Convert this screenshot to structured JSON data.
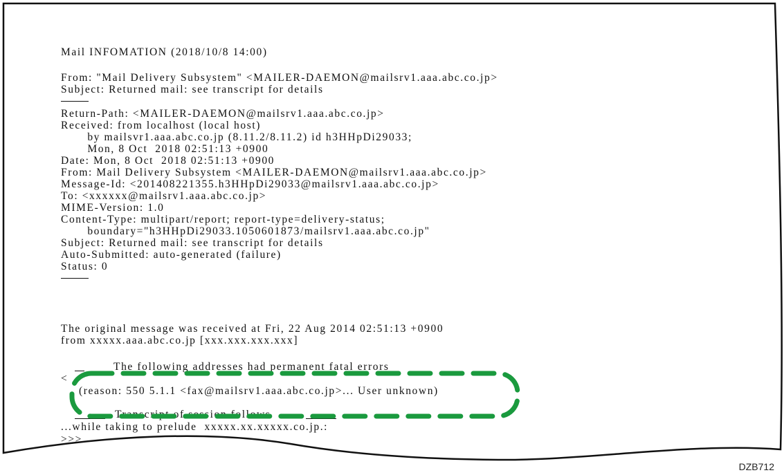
{
  "doc": {
    "title": "Mail INFOMATION (2018/10/8 14:00)",
    "header_lines": [
      "From: \"Mail Delivery Subsystem\" <MAILER-DAEMON@mailsrv1.aaa.abc.co.jp>",
      "Subject: Returned mail: see transcript for details"
    ],
    "body_lines": [
      "Return-Path: <MAILER-DAEMON@mailsrv1.aaa.abc.co.jp>",
      "Received: from localhost (local host)",
      "       by mailsvr1.aaa.abc.co.jp (8.11.2/8.11.2) id h3HHpDi29033;",
      "       Mon, 8 Oct  2018 02:51:13 +0900",
      "Date: Mon, 8 Oct  2018 02:51:13 +0900",
      "From: Mail Delivery Subsystem <MAILER-DAEMON@mailsrv1.aaa.abc.co.jp>",
      "Message-Id: <201408221355.h3HHpDi29033@mailsrv1.aaa.abc.co.jp>",
      "To: <xxxxxx@mailsrv1.aaa.abc.co.jp>",
      "MIME-Version: 1.0",
      "Content-Type: multipart/report; report-type=delivery-status;",
      "       boundary=\"h3HHpDi29033.1050601873/mailsrv1.aaa.abc.co.jp\"",
      "Subject: Returned mail: see transcript for details",
      "Auto-Submitted: auto-generated (failure)",
      "Status: 0"
    ],
    "original_lines": [
      "The original message was received at Fri, 22 Aug 2014 02:51:13 +0900",
      "from xxxxx.aaa.abc.co.jp [xxx.xxx.xxx.xxx]"
    ],
    "errors_heading": "The following addresses had permanent fatal errors",
    "error_line_prefix": "<",
    "highlighted_reason": "(reason: 550 5.1.1 <fax@mailsrv1.aaa.abc.co.jp>... User unknown)",
    "transcript_heading": "Transcript of session follows",
    "prelude_line": "...while taking to prelude  xxxxx.xx.xxxxx.co.jp.:",
    "last_line": ">>>"
  },
  "figure_id": "DZB712",
  "colors": {
    "highlight": "#1a9a3e",
    "ink": "#111111"
  }
}
